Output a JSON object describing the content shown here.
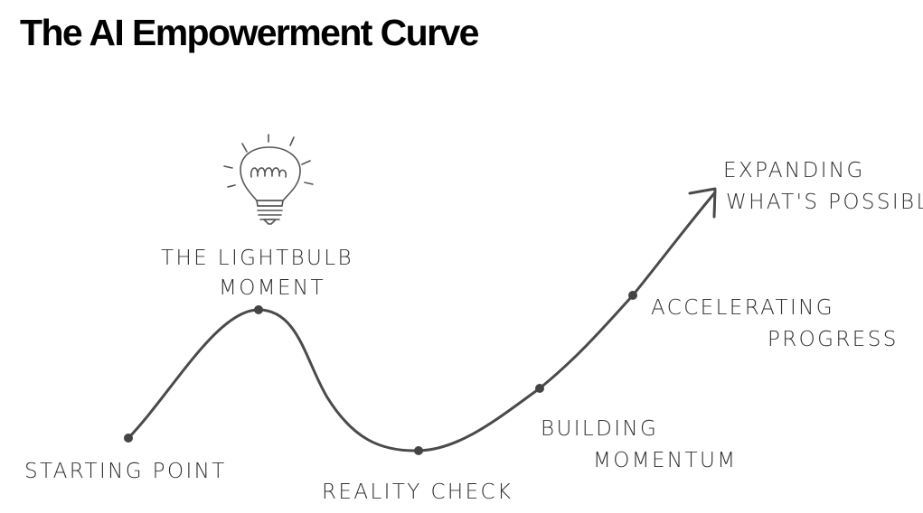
{
  "title": "The AI Empowerment Curve",
  "stages": [
    {
      "lines": [
        "STARTING POINT"
      ]
    },
    {
      "lines": [
        "THE LIGHTBULB",
        "MOMENT"
      ]
    },
    {
      "lines": [
        "REALITY CHECK"
      ]
    },
    {
      "lines": [
        "BUILDING",
        "MOMENTUM"
      ]
    },
    {
      "lines": [
        "ACCELERATING",
        "PROGRESS"
      ]
    },
    {
      "lines": [
        "EXPANDING",
        "WHAT'S POSSIBLE"
      ]
    }
  ],
  "icons": {
    "lightbulb": "lightbulb-icon",
    "arrow": "arrow-head-icon"
  },
  "colors": {
    "title": "#000000",
    "curve": "#4a4a4a",
    "text": "#2f2f2f"
  }
}
